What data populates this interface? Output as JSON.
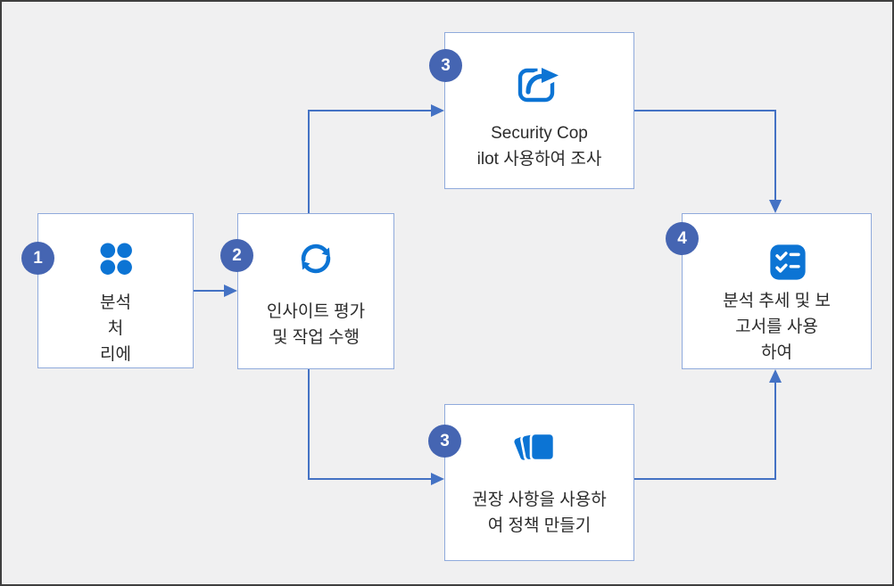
{
  "colors": {
    "background": "#f0f0f1",
    "box_fill": "#ffffff",
    "box_border": "#8faadc",
    "arrow": "#4472c4",
    "badge": "#4565b2",
    "icon": "#0c74d4",
    "text": "#2b2b2b"
  },
  "steps": [
    {
      "number": "1",
      "icon": "grid-dots-icon",
      "lines": [
        "분석",
        "처",
        "리에"
      ]
    },
    {
      "number": "2",
      "icon": "sync-icon",
      "lines": [
        "인사이트 평가",
        "및 작업 수행"
      ]
    },
    {
      "number": "3",
      "icon": "share-icon",
      "lines": [
        "Security Cop",
        "ilot 사용하여 조사"
      ]
    },
    {
      "number": "3",
      "icon": "layers-icon",
      "lines": [
        "권장 사항을 사용하",
        "여 정책 만들기"
      ]
    },
    {
      "number": "4",
      "icon": "tasklist-icon",
      "lines": [
        "분석 추세 및 보",
        "고서를 사용",
        "하여"
      ]
    }
  ],
  "connections": [
    {
      "from": "step-1",
      "to": "step-2"
    },
    {
      "from": "step-2",
      "to": "step-3-investigate"
    },
    {
      "from": "step-2",
      "to": "step-3-policy"
    },
    {
      "from": "step-3-investigate",
      "to": "step-4"
    },
    {
      "from": "step-3-policy",
      "to": "step-4"
    }
  ]
}
